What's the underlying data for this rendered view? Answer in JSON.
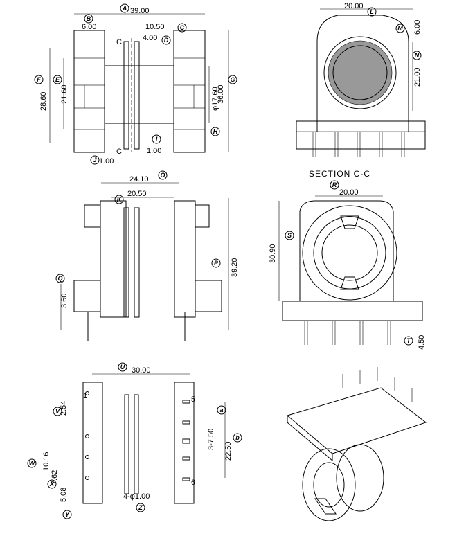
{
  "dims": {
    "A": "39.00",
    "B": "6.00",
    "C": "10.50",
    "D": "4.00",
    "E": "21.60",
    "F": "28.60",
    "G": "36.00",
    "H": "φ17.60",
    "I": "1.00",
    "J": "1.00",
    "L": "20.00",
    "M": "6.00",
    "N": "21.00",
    "O": "24.10",
    "K": "20.50",
    "P": "39.20",
    "Q": "3.60",
    "R": "20.00",
    "S": "30.90",
    "T": "4.50",
    "U": "30.00",
    "V": "2.54",
    "W": "10.16",
    "X": "7.62",
    "Y": "5.08",
    "a": "3-7.50",
    "b": "22.50",
    "Z": "4-φ1.00"
  },
  "labels": [
    "A",
    "B",
    "C",
    "D",
    "E",
    "F",
    "G",
    "H",
    "I",
    "J",
    "K",
    "L",
    "M",
    "N",
    "O",
    "P",
    "Q",
    "R",
    "S",
    "T",
    "U",
    "V",
    "W",
    "X",
    "Y",
    "Z",
    "a",
    "b"
  ],
  "section_marks": {
    "c_top": "C",
    "c_bottom": "C"
  },
  "section_title": "SECTION C-C",
  "pin_numbers": {
    "p1": "1",
    "p5": "5",
    "p6": "6"
  }
}
